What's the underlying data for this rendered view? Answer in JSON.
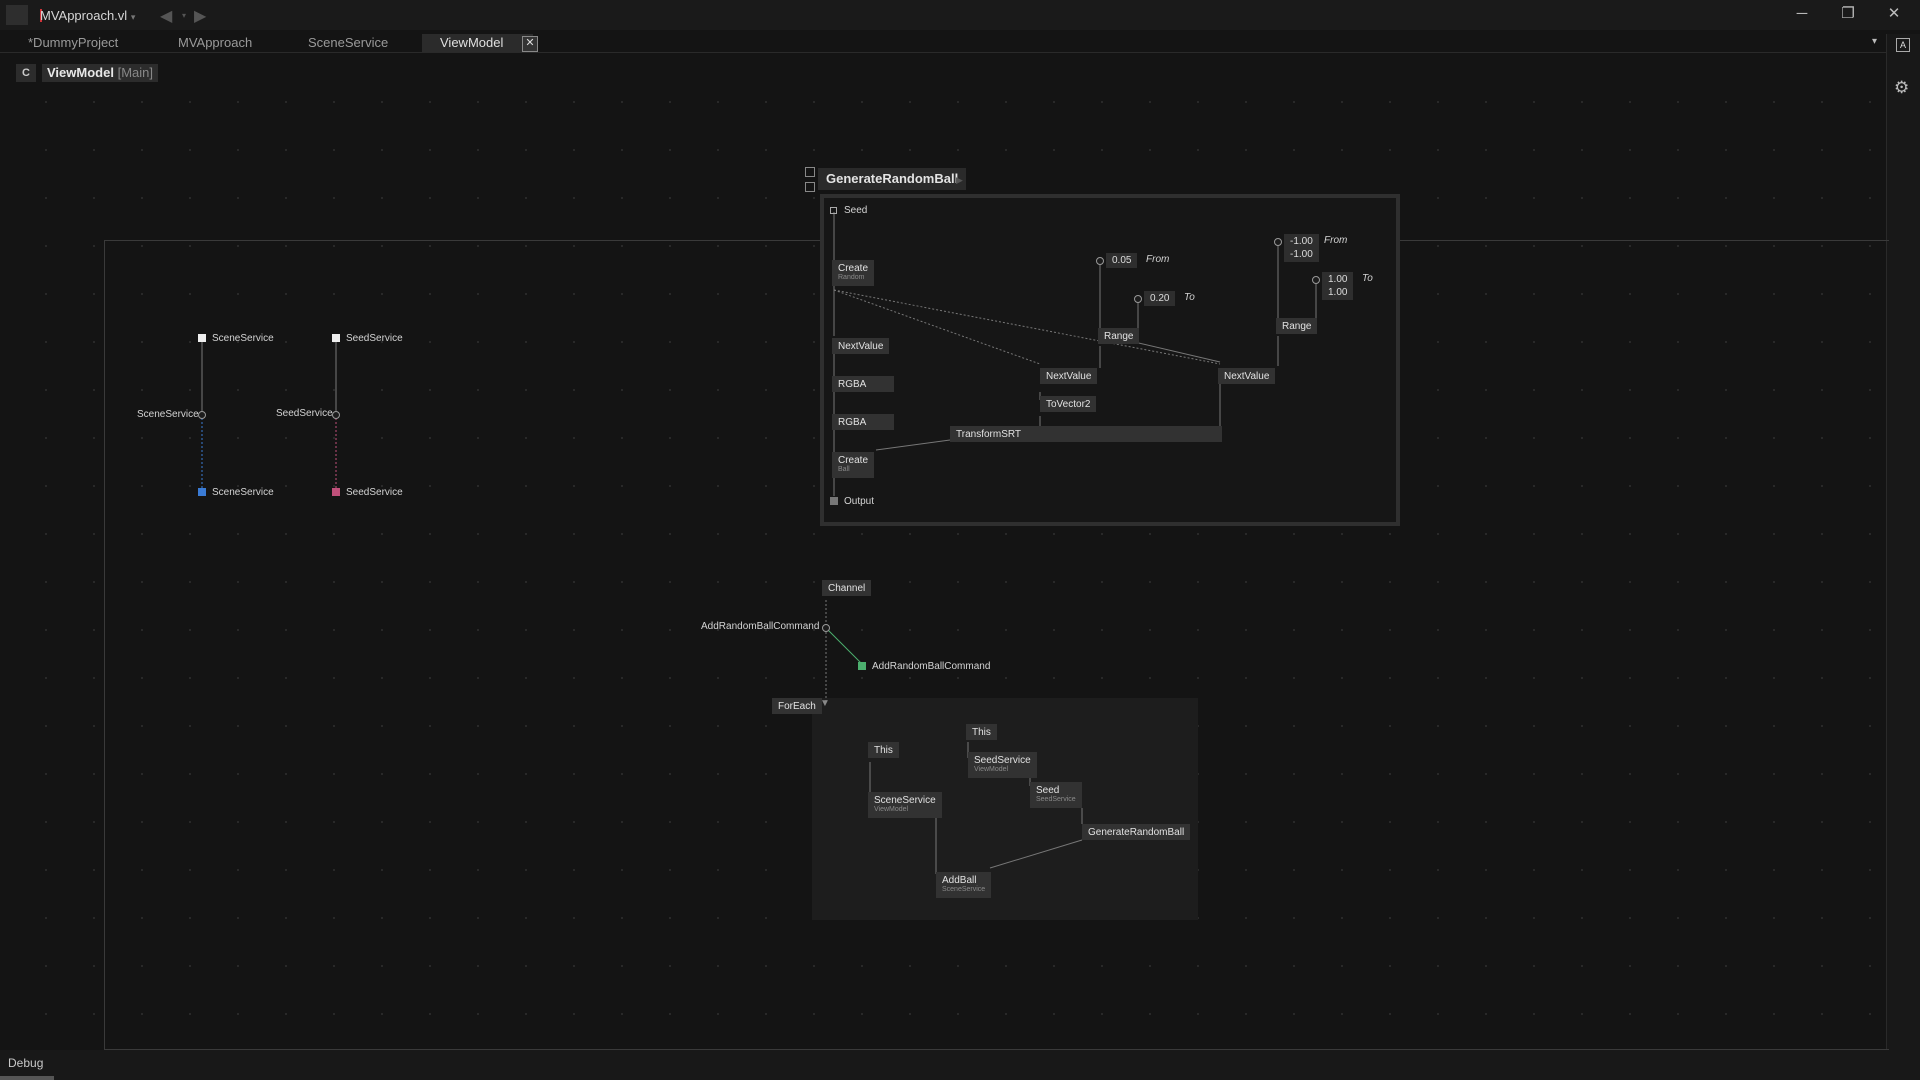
{
  "window": {
    "title": "MVApproach.vl",
    "minimize": "─",
    "restore": "❐",
    "close": "✕"
  },
  "tabs": [
    {
      "label": "*DummyProject"
    },
    {
      "label": "MVApproach"
    },
    {
      "label": "SceneService"
    },
    {
      "label": "ViewModel",
      "active": true
    }
  ],
  "tab_close": "✕",
  "breadcrumb": {
    "category": "C",
    "name": "ViewModel",
    "suffix": "[Main]"
  },
  "right_toolbar": {
    "a_label": "A"
  },
  "pads": {
    "scene_top": "SceneService",
    "seed_top": "SeedService",
    "scene_mid": "SceneService",
    "seed_mid": "SeedService",
    "scene_bottom": "SceneService",
    "seed_bottom": "SeedService"
  },
  "group": {
    "title": "GenerateRandomBall",
    "seed": "Seed",
    "output": "Output",
    "create_random": {
      "label": "Create",
      "sub": "Random"
    },
    "next_value_1": "NextValue",
    "rgba_1": "RGBA",
    "rgba_2": "RGBA",
    "create_ball": {
      "label": "Create",
      "sub": "Ball"
    },
    "next_value_2": "NextValue",
    "to_vector2": "ToVector2",
    "transform_srt": "TransformSRT",
    "next_value_3": "NextValue",
    "range_1": "Range",
    "range_2": "Range",
    "from_value_1": "0.05",
    "to_value_1": "0.20",
    "from_label_1": "From",
    "to_label_1": "To",
    "from_values_2": [
      "-1.00",
      "-1.00"
    ],
    "to_values_2": [
      "1.00",
      "1.00"
    ],
    "from_label_2": "From",
    "to_label_2": "To"
  },
  "channel": {
    "node": "Channel",
    "output_label": "AddRandomBallCommand",
    "pad_label": "AddRandomBallCommand",
    "foreach": "ForEach"
  },
  "foreach": {
    "this_1": "This",
    "this_2": "This",
    "scene_service": {
      "label": "SceneService",
      "sub": "ViewModel"
    },
    "seed_service": {
      "label": "SeedService",
      "sub": "ViewModel"
    },
    "seed": {
      "label": "Seed",
      "sub": "SeedService"
    },
    "generate": "GenerateRandomBall",
    "add_ball": {
      "label": "AddBall",
      "sub": "SceneService"
    }
  },
  "status": {
    "debug": "Debug"
  },
  "colors": {
    "scene_service": "#3a7bd5",
    "seed_service": "#c0507a",
    "command": "#4caf6e",
    "accent_red": "#d0343a"
  }
}
